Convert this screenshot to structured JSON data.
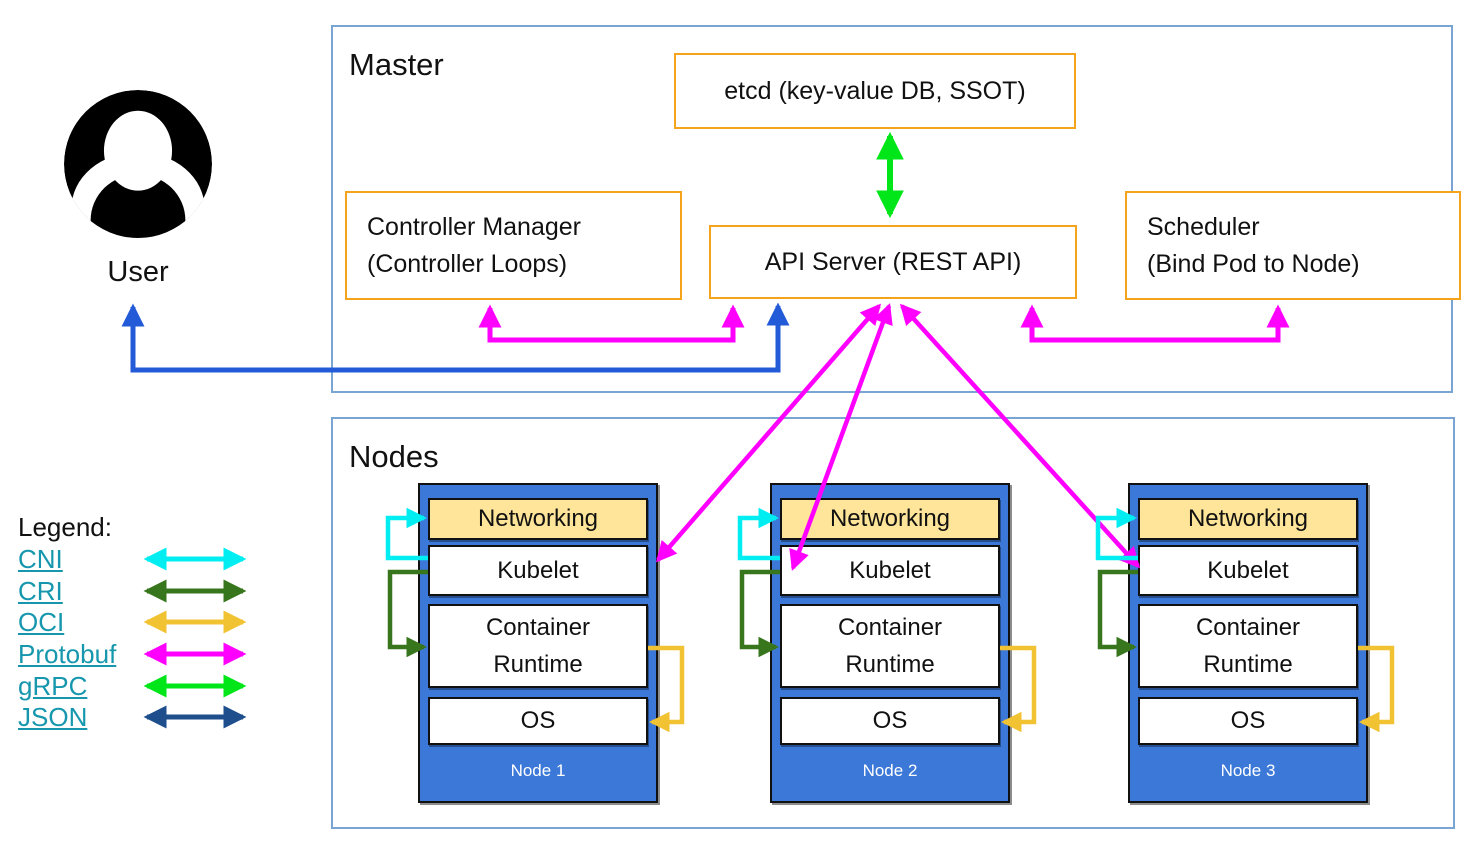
{
  "user": {
    "label": "User"
  },
  "master": {
    "label": "Master",
    "etcd": "etcd (key-value DB, SSOT)",
    "controller_manager_line1": "Controller Manager",
    "controller_manager_line2": "(Controller Loops)",
    "api_server": "API Server (REST API)",
    "scheduler_line1": "Scheduler",
    "scheduler_line2": "(Bind Pod to Node)"
  },
  "nodes_section": {
    "label": "Nodes",
    "nodes": [
      {
        "networking": "Networking",
        "kubelet": "Kubelet",
        "container_runtime": "Container Runtime",
        "os": "OS",
        "name": "Node 1"
      },
      {
        "networking": "Networking",
        "kubelet": "Kubelet",
        "container_runtime": "Container Runtime",
        "os": "OS",
        "name": "Node 2"
      },
      {
        "networking": "Networking",
        "kubelet": "Kubelet",
        "container_runtime": "Container Runtime",
        "os": "OS",
        "name": "Node 3"
      }
    ]
  },
  "legend": {
    "title": "Legend:",
    "items": [
      {
        "key": "cni",
        "label": "CNI",
        "color": "#00eef2"
      },
      {
        "key": "cri",
        "label": "CRI",
        "color": "#38761d"
      },
      {
        "key": "oci",
        "label": "OCI",
        "color": "#f1c232"
      },
      {
        "key": "protobuf",
        "label": "Protobuf",
        "color": "#ff00ff"
      },
      {
        "key": "grpc",
        "label": "gRPC",
        "color": "#00e619"
      },
      {
        "key": "json",
        "label": "JSON",
        "color": "#1e4e8c"
      }
    ]
  },
  "colors": {
    "section_border": "#7aa5d2",
    "box_border": "#f5a31b",
    "node_fill": "#3c78d8",
    "networking_fill": "#ffe599",
    "link_text": "#1697ad",
    "user_arrow": "#235ad7"
  }
}
